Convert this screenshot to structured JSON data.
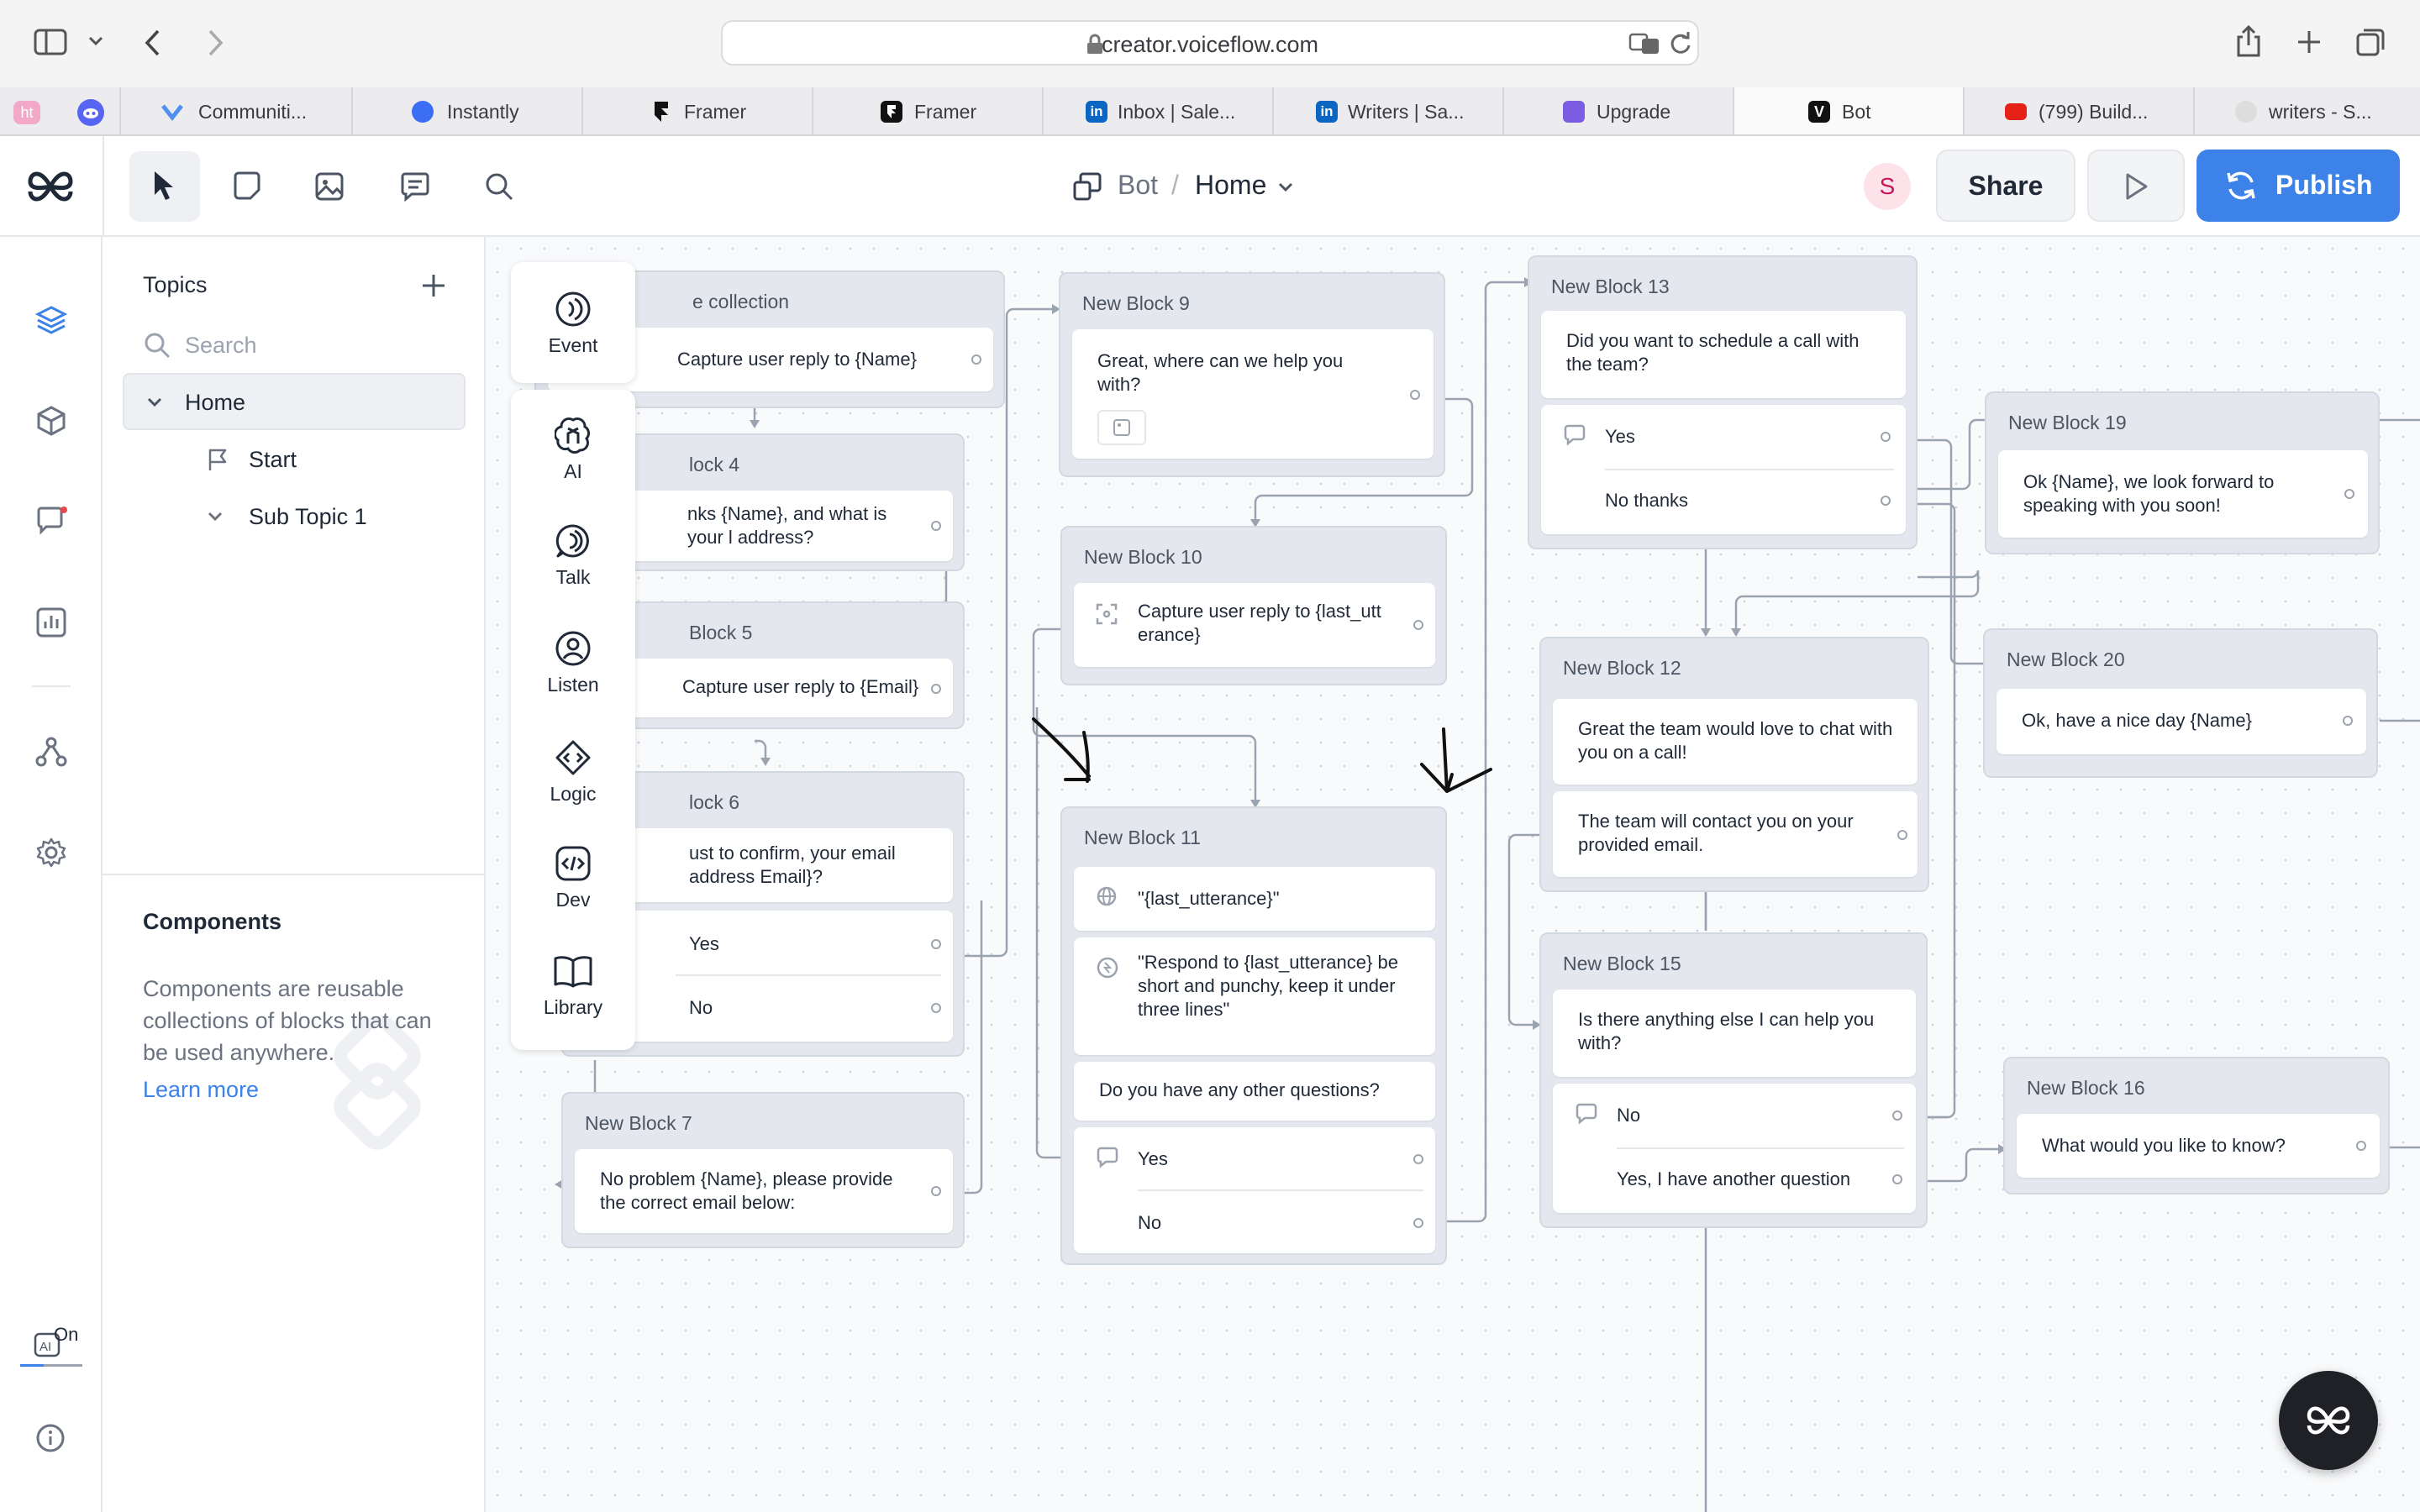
{
  "browser": {
    "url": "creator.voiceflow.com",
    "tabs": [
      {
        "label": "Communiti...",
        "color": "#4f8ff0"
      },
      {
        "label": "Instantly",
        "color": "#3b6ef5"
      },
      {
        "label": "Framer",
        "color": "#111111"
      },
      {
        "label": "Framer",
        "color": "#111111"
      },
      {
        "label": "Inbox | Sale...",
        "color": "#0a66c2"
      },
      {
        "label": "Writers | Sa...",
        "color": "#0a66c2"
      },
      {
        "label": "Upgrade",
        "color": "#7c5ce0"
      },
      {
        "label": "Bot",
        "color": "#111111"
      },
      {
        "label": "(799) Build...",
        "color": "#e62117"
      },
      {
        "label": "writers - S...",
        "color": "#bbbbbb"
      }
    ]
  },
  "header": {
    "breadcrumb_project": "Bot",
    "breadcrumb_separator": "/",
    "breadcrumb_topic": "Home",
    "avatar_initial": "S",
    "share_label": "Share",
    "publish_label": "Publish"
  },
  "sidebar": {
    "topics_title": "Topics",
    "search_placeholder": "Search",
    "items": [
      {
        "label": "Home"
      },
      {
        "label": "Start"
      },
      {
        "label": "Sub Topic 1"
      }
    ],
    "components_title": "Components",
    "components_desc": "Components are reusable collections of blocks that can be used anywhere.",
    "learn_more": "Learn more",
    "ai_toggle": "On"
  },
  "palette": [
    {
      "label": "Event",
      "icon": "event-icon"
    },
    {
      "label": "AI",
      "icon": "ai-icon"
    },
    {
      "label": "Talk",
      "icon": "talk-icon"
    },
    {
      "label": "Listen",
      "icon": "listen-icon"
    },
    {
      "label": "Logic",
      "icon": "logic-icon"
    },
    {
      "label": "Dev",
      "icon": "dev-icon"
    },
    {
      "label": "Library",
      "icon": "library-icon"
    }
  ],
  "blocks": {
    "b_collection": {
      "title": "e collection",
      "capture": "Capture user reply to {Name}"
    },
    "b4": {
      "title": "lock 4",
      "text": "nks {Name}, and what is your l address?"
    },
    "b5": {
      "title": "Block 5",
      "capture": "Capture user reply to {Email}"
    },
    "b6": {
      "title": "lock 6",
      "text": "ust to confirm, your email address Email}?",
      "yes": "Yes",
      "no": "No"
    },
    "b7": {
      "title": "New Block 7",
      "text": "No problem {Name}, please provide the correct email below:"
    },
    "b9": {
      "title": "New Block 9",
      "text": "Great, where can we help you with?"
    },
    "b10": {
      "title": "New Block 10",
      "capture": "Capture user reply to {last_utterance}"
    },
    "b11": {
      "title": "New Block 11",
      "utterance": "\"{last_utterance}\"",
      "prompt": "\"Respond to {last_utterance} be short and punchy, keep it under three lines\"",
      "question": "Do you have any other questions?",
      "yes": "Yes",
      "no": "No"
    },
    "b12": {
      "title": "New Block 12",
      "text1": "Great the team would love to chat with you on a call!",
      "text2": "The team will contact you on your provided email."
    },
    "b13": {
      "title": "New Block 13",
      "question": "Did you want to schedule a call with the team?",
      "yes": "Yes",
      "no": "No thanks"
    },
    "b15": {
      "title": "New Block 15",
      "question": "Is there anything else I can help you with?",
      "no": "No",
      "yes": "Yes, I have another question"
    },
    "b16": {
      "title": "New Block 16",
      "text": "What would you like to know?"
    },
    "b19": {
      "title": "New Block 19",
      "text": "Ok {Name}, we look forward to speaking with you soon!"
    },
    "b20": {
      "title": "New Block 20",
      "text": "Ok, have a nice day {Name}"
    }
  }
}
